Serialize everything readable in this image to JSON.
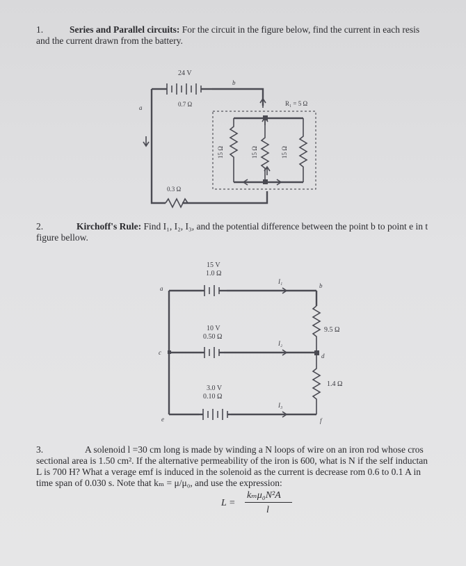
{
  "p1": {
    "num": "1.",
    "title": "Series and Parallel circuits:",
    "text": " For the circuit in the figure below, find the current in each resis",
    "text2": "and the current drawn from the battery.",
    "fig": {
      "emf": "24 V",
      "r_int": "0.7 Ω",
      "pt_a": "a",
      "pt_b": "b",
      "r1": "R₁ = 5 Ω",
      "r_low": "0.3 Ω",
      "r15a": "15 Ω",
      "r15b": "15 Ω",
      "r15c": "15 Ω"
    }
  },
  "p2": {
    "num": "2.",
    "title": "Kirchoff's Rule:",
    "text": " Find I₁, I₂, I₃, and the potential difference between the point b to point e in t",
    "text2": "figure bellow.",
    "fig": {
      "b1v": "15 V",
      "b1r": "1.0 Ω",
      "b2v": "10 V",
      "b2r": "0.50 Ω",
      "b3v": "3.0 V",
      "b3r": "0.10 Ω",
      "r_top": "9.5 Ω",
      "r_bot": "1.4 Ω",
      "i1": "I₁",
      "i2": "I₂",
      "i3": "I₃",
      "pt_a": "a",
      "pt_b": "b",
      "pt_c": "c",
      "pt_d": "d",
      "pt_e": "e",
      "pt_f": "f"
    }
  },
  "p3": {
    "num": "3.",
    "line1": "A solenoid l =30 cm long is made by winding a N loops of wire on an iron rod whose cros",
    "line2": "sectional area is 1.50 cm². If the alternative permeability of the iron is 600, what is N if the self inductan",
    "line3": "L is 700 H? What a verage emf is induced in the solenoid as the current is decrease rom 0.6 to 0.1 A in",
    "line4": "time span of 0.030 s. Note that kₘ = μ/μ₀, and use the expression:",
    "eq_lhs": "L =",
    "eq_num": "kₘμ₀N²A",
    "eq_den": "l"
  }
}
